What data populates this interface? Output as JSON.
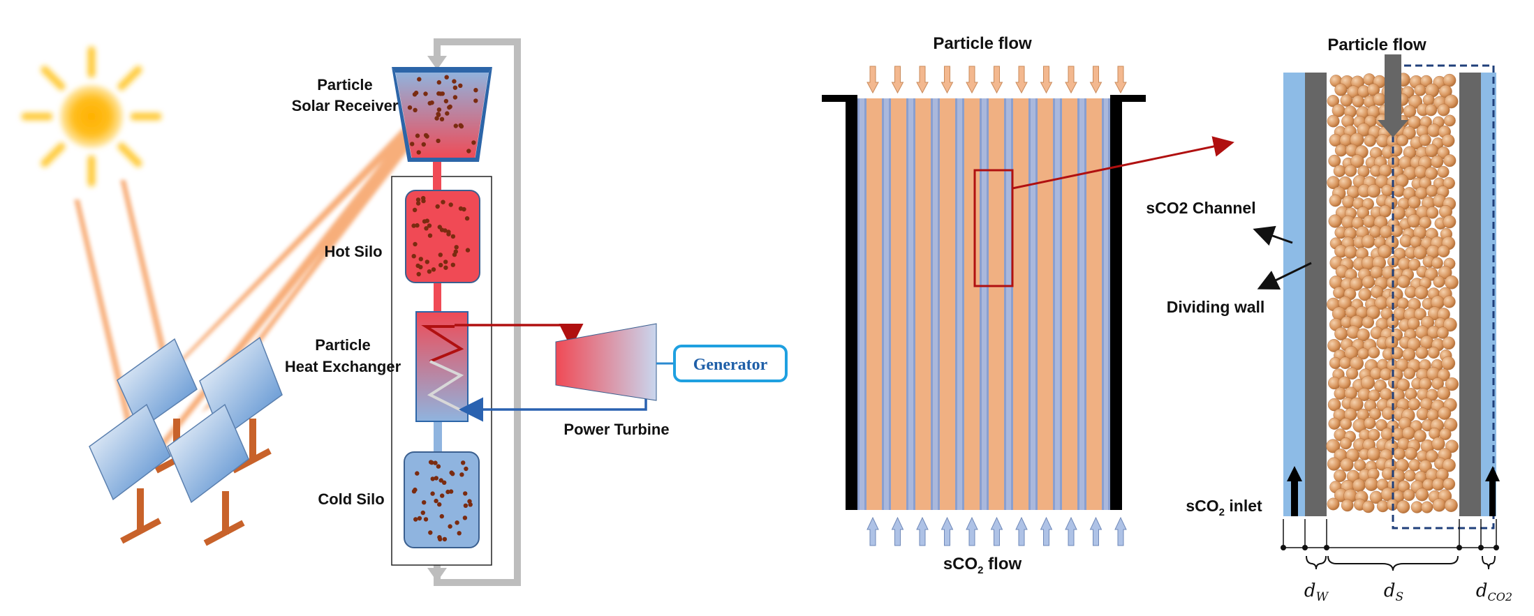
{
  "left_panel": {
    "receiver_label_line1": "Particle",
    "receiver_label_line2": "Solar Receiver",
    "hot_silo_label": "Hot Silo",
    "exchanger_label_line1": "Particle",
    "exchanger_label_line2": "Heat Exchanger",
    "cold_silo_label": "Cold Silo",
    "turbine_label": "Power Turbine",
    "generator_label": "Generator"
  },
  "middle_panel": {
    "top_label": "Particle flow",
    "bottom_label_prefix": "sCO",
    "bottom_label_sub": "2",
    "bottom_label_suffix": " flow"
  },
  "right_panel": {
    "top_label": "Particle flow",
    "channel_label": "sCO2 Channel",
    "wall_label": "Dividing wall",
    "inlet_prefix": "sCO",
    "inlet_sub": "2",
    "inlet_suffix": " inlet",
    "dim_w_main": "d",
    "dim_w_sub": "W",
    "dim_s_main": "d",
    "dim_s_sub": "S",
    "dim_co2_main": "d",
    "dim_co2_sub": "CO2"
  },
  "colors": {
    "hot": "#f04a55",
    "cold": "#8fb4df",
    "particle": "#7a2b10",
    "pipe_gray": "#bdbdbd",
    "hot_line": "#b01010",
    "cold_line": "#2a62b0",
    "generator_border": "#1fa0e0",
    "orange_channel": "#f0b082",
    "blue_channel": "#8a9fcf",
    "wall_gray": "#666666",
    "sco2_blue": "#8dbbe6",
    "bead": "#d89a66",
    "dash_box": "#1f3f7a"
  }
}
